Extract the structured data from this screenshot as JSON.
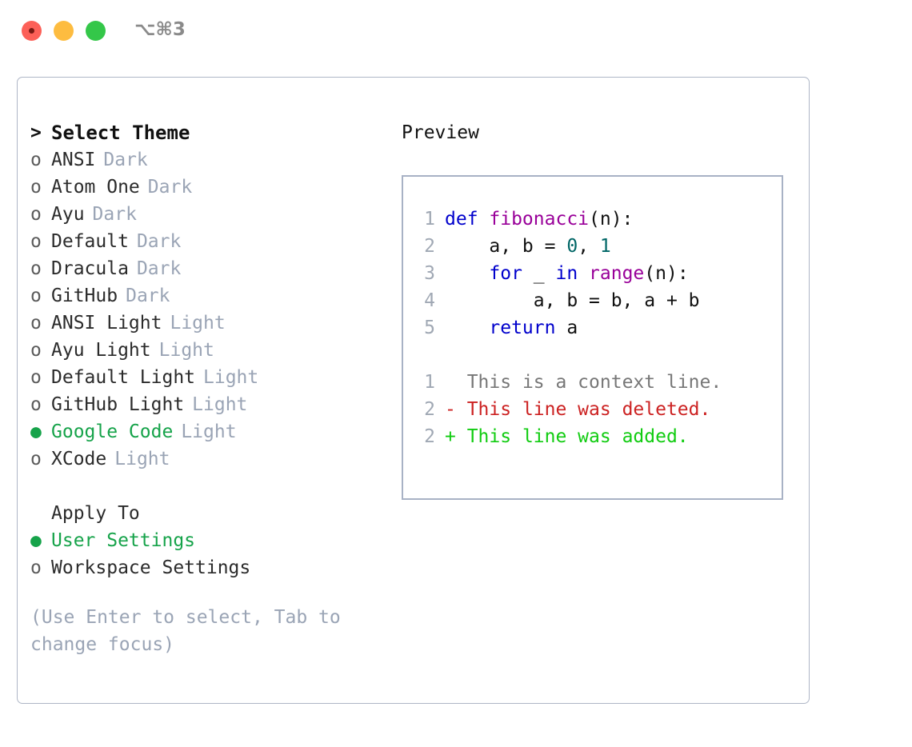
{
  "titlebar": {
    "shortcut": "⌥⌘3",
    "buttons": {
      "close": "close-button",
      "minimize": "minimize-button",
      "maximize": "maximize-button"
    }
  },
  "colors": {
    "accent_green": "#16a34a",
    "panel_border": "#aeb6c6",
    "preview_border": "#a8b2c5",
    "tag_gray": "#9aa4b5",
    "keyword_blue": "#0000cc",
    "function_purple": "#990099",
    "number_teal": "#006666",
    "diff_delete_red": "#cc2222",
    "diff_add_green": "#11cc11",
    "traffic_red": "#fc6058",
    "traffic_yellow": "#fdbc40",
    "traffic_green": "#34c749"
  },
  "theme_list": {
    "heading_marker": ">",
    "heading": "Select Theme",
    "items": [
      {
        "marker": "o",
        "name": "ANSI",
        "tag": "Dark",
        "selected": false
      },
      {
        "marker": "o",
        "name": "Atom One",
        "tag": "Dark",
        "selected": false
      },
      {
        "marker": "o",
        "name": "Ayu",
        "tag": "Dark",
        "selected": false
      },
      {
        "marker": "o",
        "name": "Default",
        "tag": "Dark",
        "selected": false
      },
      {
        "marker": "o",
        "name": "Dracula",
        "tag": "Dark",
        "selected": false
      },
      {
        "marker": "o",
        "name": "GitHub",
        "tag": "Dark",
        "selected": false
      },
      {
        "marker": "o",
        "name": "ANSI Light",
        "tag": "Light",
        "selected": false
      },
      {
        "marker": "o",
        "name": "Ayu Light",
        "tag": "Light",
        "selected": false
      },
      {
        "marker": "o",
        "name": "Default Light",
        "tag": "Light",
        "selected": false
      },
      {
        "marker": "o",
        "name": "GitHub Light",
        "tag": "Light",
        "selected": false
      },
      {
        "marker": "●",
        "name": "Google Code",
        "tag": "Light",
        "selected": true
      },
      {
        "marker": "o",
        "name": "XCode",
        "tag": "Light",
        "selected": false
      }
    ]
  },
  "apply_to": {
    "heading": "Apply To",
    "items": [
      {
        "marker": "●",
        "name": "User Settings",
        "selected": true
      },
      {
        "marker": "o",
        "name": "Workspace Settings",
        "selected": false
      }
    ]
  },
  "hint": "(Use Enter to select, Tab to change focus)",
  "preview": {
    "title": "Preview",
    "code_lines": [
      {
        "no": "1",
        "tokens": [
          {
            "t": "def ",
            "c": "kw"
          },
          {
            "t": "fibonacci",
            "c": "fn"
          },
          {
            "t": "(n):",
            "c": "pl"
          }
        ]
      },
      {
        "no": "2",
        "tokens": [
          {
            "t": "    a, b = ",
            "c": "pl"
          },
          {
            "t": "0",
            "c": "num"
          },
          {
            "t": ", ",
            "c": "pl"
          },
          {
            "t": "1",
            "c": "num"
          }
        ]
      },
      {
        "no": "3",
        "tokens": [
          {
            "t": "    ",
            "c": "pl"
          },
          {
            "t": "for",
            "c": "kw"
          },
          {
            "t": " _ ",
            "c": "pl"
          },
          {
            "t": "in",
            "c": "kw"
          },
          {
            "t": " ",
            "c": "pl"
          },
          {
            "t": "range",
            "c": "fn"
          },
          {
            "t": "(n):",
            "c": "pl"
          }
        ]
      },
      {
        "no": "4",
        "tokens": [
          {
            "t": "        a, b = b, a + b",
            "c": "pl"
          }
        ]
      },
      {
        "no": "5",
        "tokens": [
          {
            "t": "    ",
            "c": "pl"
          },
          {
            "t": "return",
            "c": "kw"
          },
          {
            "t": " a",
            "c": "pl"
          }
        ]
      }
    ],
    "diff_lines": [
      {
        "no": "1",
        "prefix": " ",
        "text": " This is a context line.",
        "kind": "diff-ctx"
      },
      {
        "no": "2",
        "prefix": "-",
        "text": " This line was deleted.",
        "kind": "diff-del"
      },
      {
        "no": "2",
        "prefix": "+",
        "text": " This line was added.",
        "kind": "diff-add"
      }
    ]
  }
}
